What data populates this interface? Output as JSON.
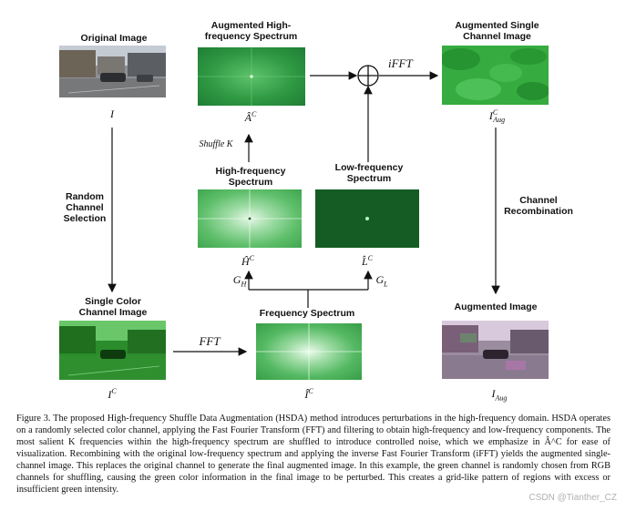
{
  "labels": {
    "original_image": "Original Image",
    "augmented_hf_spectrum": "Augmented High-frequency Spectrum",
    "augmented_single_channel": "Augmented Single Channel Image",
    "random_channel_selection": "Random Channel Selection",
    "hf_spectrum": "High-frequency Spectrum",
    "lf_spectrum": "Low-frequency Spectrum",
    "channel_recombination": "Channel Recombination",
    "single_color_channel": "Single Color Channel Image",
    "frequency_spectrum": "Frequency Spectrum",
    "augmented_image": "Augmented Image"
  },
  "math": {
    "I": "I",
    "A_hat": "Â",
    "A_sup": "C",
    "I_aug_c": "I",
    "I_aug_c_sup": "C",
    "I_aug_c_sub": "Aug",
    "shuffle_k": "Shuffle K",
    "ifft": "iFFT",
    "H_hat": "Ĥ",
    "H_sup": "C",
    "L_hat": "L̂",
    "L_sup": "C",
    "G_H": "G",
    "G_H_sub": "H",
    "G_L": "G",
    "G_L_sub": "L",
    "I_c": "I",
    "I_c_sup": "C",
    "fft": "FFT",
    "I_hat_c": "Î",
    "I_hat_c_sup": "C",
    "I_aug": "I",
    "I_aug_sub": "Aug"
  },
  "caption": "Figure 3. The proposed High-frequency Shuffle Data Augmentation (HSDA) method introduces perturbations in the high-frequency domain. HSDA operates on a randomly selected color channel, applying the Fast Fourier Transform (FFT) and filtering to obtain high-frequency and low-frequency components. The most salient K frequencies within the high-frequency spectrum are shuffled to introduce controlled noise, which we emphasize in Â^C for ease of visualization. Recombining with the original low-frequency spectrum and applying the inverse Fast Fourier Transform (iFFT) yields the augmented single-channel image. This replaces the original channel to generate the final augmented image. In this example, the green channel is randomly chosen from RGB channels for shuffling, causing the green color information in the final image to be perturbed. This creates a grid-like pattern of regions with excess or insufficient green intensity.",
  "watermark": "CSDN @Tianther_CZ"
}
